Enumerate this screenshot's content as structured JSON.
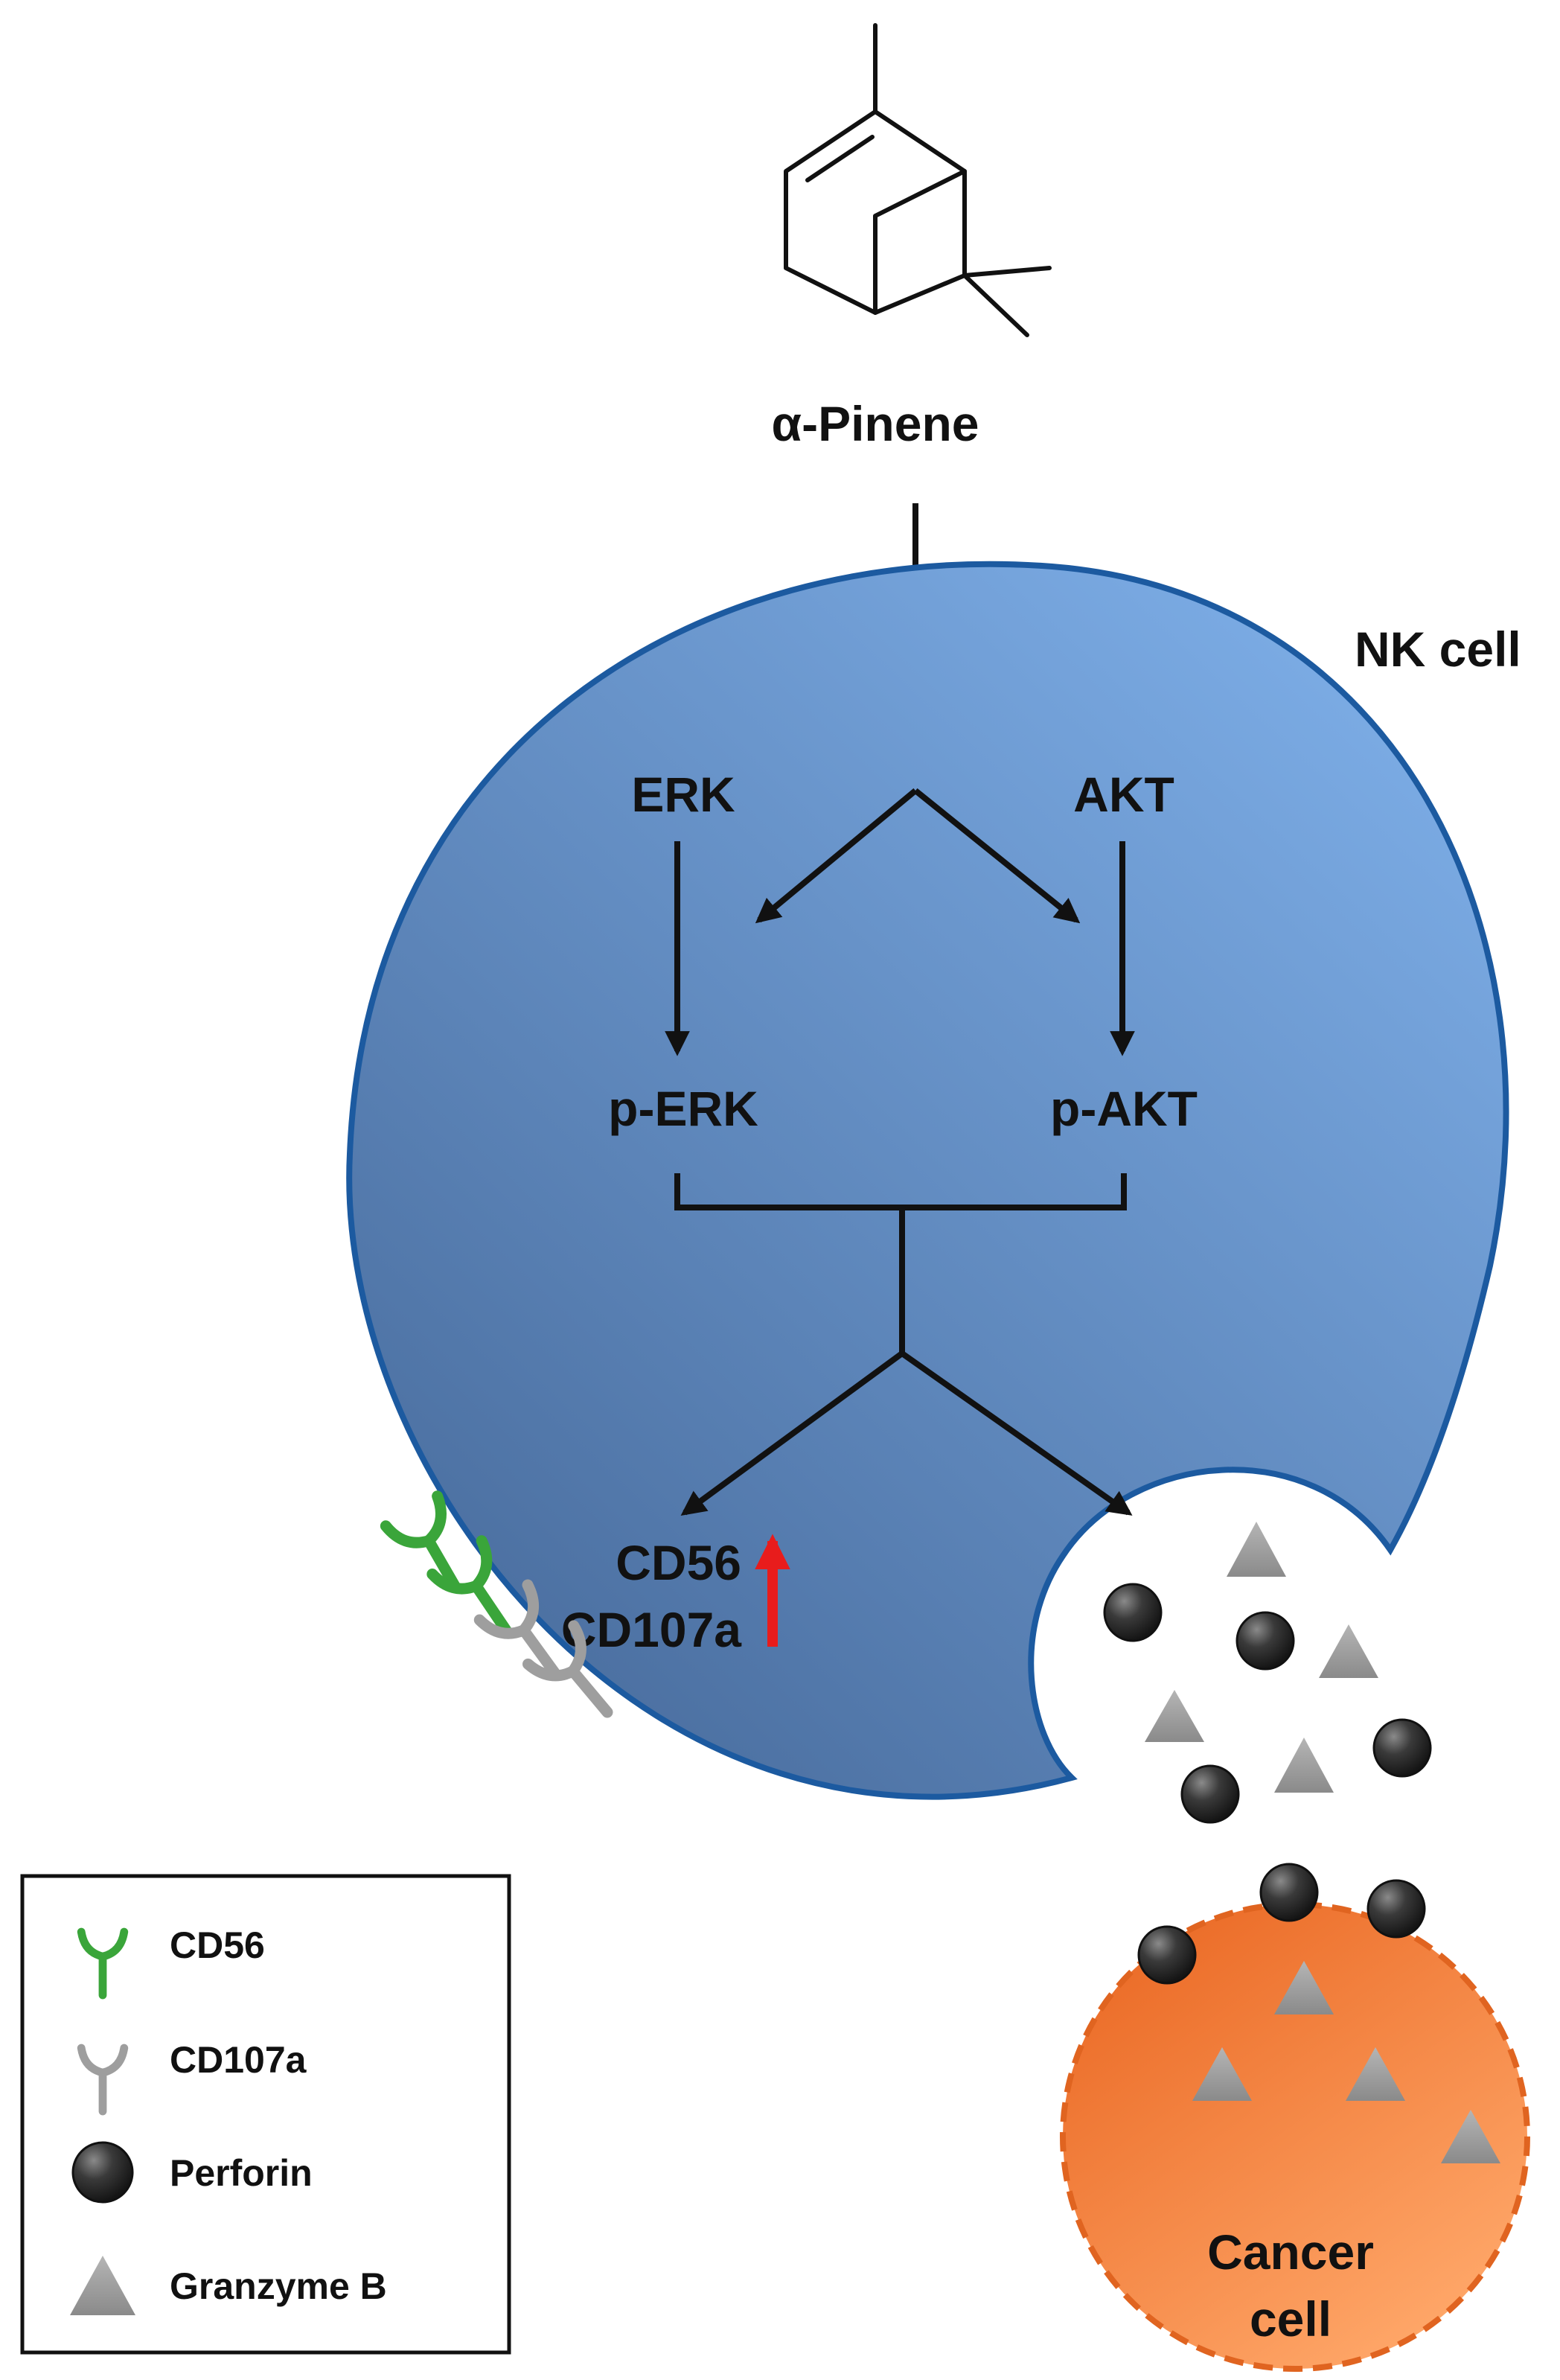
{
  "molecule": {
    "name": "α-Pinene"
  },
  "nk_cell": {
    "label": "NK cell"
  },
  "pathway": {
    "erk": "ERK",
    "akt": "AKT",
    "p_erk": "p-ERK",
    "p_akt": "p-AKT",
    "marker_1": "CD56",
    "marker_2": "CD107a"
  },
  "cancer_cell": {
    "line_1": "Cancer",
    "line_2": "cell"
  },
  "legend": {
    "items": [
      {
        "label": "CD56",
        "icon": "cd56-receptor-icon",
        "color": "#3aa53a"
      },
      {
        "label": "CD107a",
        "icon": "cd107a-receptor-icon",
        "color": "#9e9e9e"
      },
      {
        "label": "Perforin",
        "icon": "perforin-sphere-icon",
        "color": "#333333"
      },
      {
        "label": "Granzyme B",
        "icon": "granzyme-triangle-icon",
        "color": "#9a9a9a"
      }
    ]
  },
  "colors": {
    "nk_cell_fill_light": "#7aaae3",
    "nk_cell_fill_dark": "#4b6fa0",
    "nk_cell_border": "#1c5aa0",
    "cancer_cell_fill_light": "#ffa86a",
    "cancer_cell_fill_dark": "#ec6e2a",
    "cancer_cell_border": "#e06420",
    "up_arrow": "#e81c1c"
  }
}
